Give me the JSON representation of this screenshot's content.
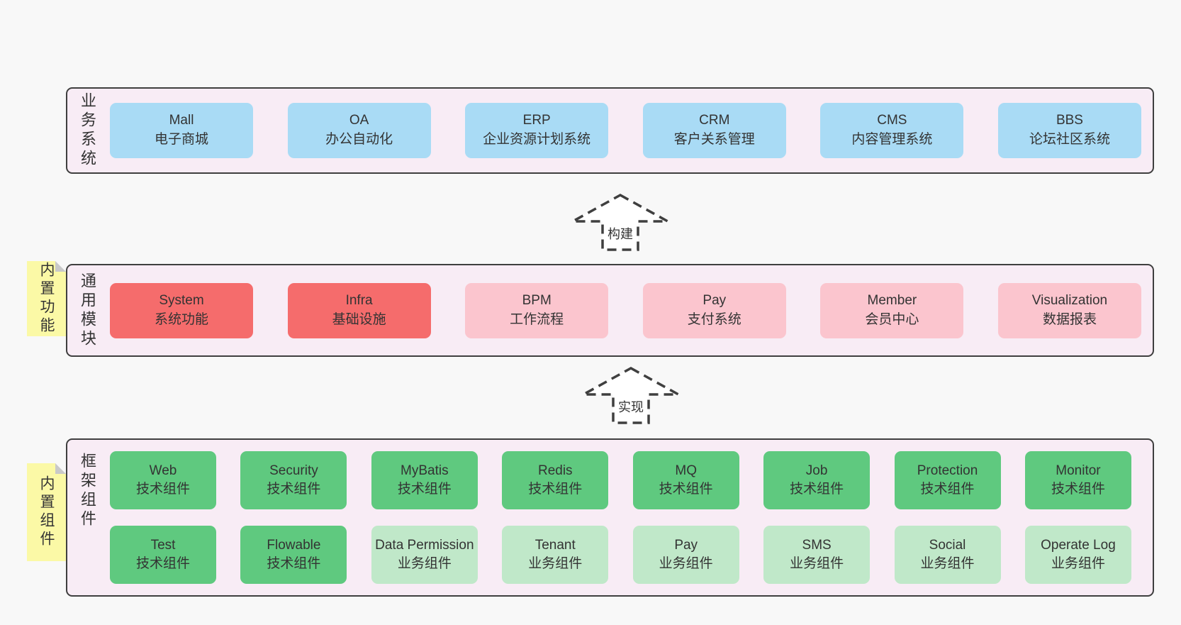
{
  "colors": {
    "page_bg": "#f8f8f8",
    "band_bg": "#f8ecf5",
    "band_border": "#3f3f3f",
    "blue_box": "#a9dbf5",
    "red_box": "#f56c6c",
    "pink_box": "#fbc5ce",
    "green_box": "#5fc97f",
    "light_green_box": "#c0e8c9",
    "note_bg": "#fbf9a6",
    "text": "#333333"
  },
  "arrows": [
    {
      "label": "构建"
    },
    {
      "label": "实现"
    }
  ],
  "bands": {
    "business": {
      "title": "业务系统",
      "boxes": [
        {
          "name": "Mall",
          "desc": "电子商城"
        },
        {
          "name": "OA",
          "desc": "办公自动化"
        },
        {
          "name": "ERP",
          "desc": "企业资源计划系统"
        },
        {
          "name": "CRM",
          "desc": "客户关系管理"
        },
        {
          "name": "CMS",
          "desc": "内容管理系统"
        },
        {
          "name": "BBS",
          "desc": "论坛社区系统"
        }
      ]
    },
    "modules": {
      "title": "通用模块",
      "note": "内置功能",
      "boxes": [
        {
          "name": "System",
          "desc": "系统功能"
        },
        {
          "name": "Infra",
          "desc": "基础设施"
        },
        {
          "name": "BPM",
          "desc": "工作流程"
        },
        {
          "name": "Pay",
          "desc": "支付系统"
        },
        {
          "name": "Member",
          "desc": "会员中心"
        },
        {
          "name": "Visualization",
          "desc": "数据报表"
        }
      ]
    },
    "components": {
      "title": "框架组件",
      "note": "内置组件",
      "row1": [
        {
          "name": "Web",
          "desc": "技术组件"
        },
        {
          "name": "Security",
          "desc": "技术组件"
        },
        {
          "name": "MyBatis",
          "desc": "技术组件"
        },
        {
          "name": "Redis",
          "desc": "技术组件"
        },
        {
          "name": "MQ",
          "desc": "技术组件"
        },
        {
          "name": "Job",
          "desc": "技术组件"
        },
        {
          "name": "Protection",
          "desc": "技术组件"
        },
        {
          "name": "Monitor",
          "desc": "技术组件"
        }
      ],
      "row2": [
        {
          "name": "Test",
          "desc": "技术组件"
        },
        {
          "name": "Flowable",
          "desc": "技术组件"
        },
        {
          "name": "Data Permission",
          "desc": "业务组件"
        },
        {
          "name": "Tenant",
          "desc": "业务组件"
        },
        {
          "name": "Pay",
          "desc": "业务组件"
        },
        {
          "name": "SMS",
          "desc": "业务组件"
        },
        {
          "name": "Social",
          "desc": "业务组件"
        },
        {
          "name": "Operate Log",
          "desc": "业务组件"
        }
      ]
    }
  }
}
